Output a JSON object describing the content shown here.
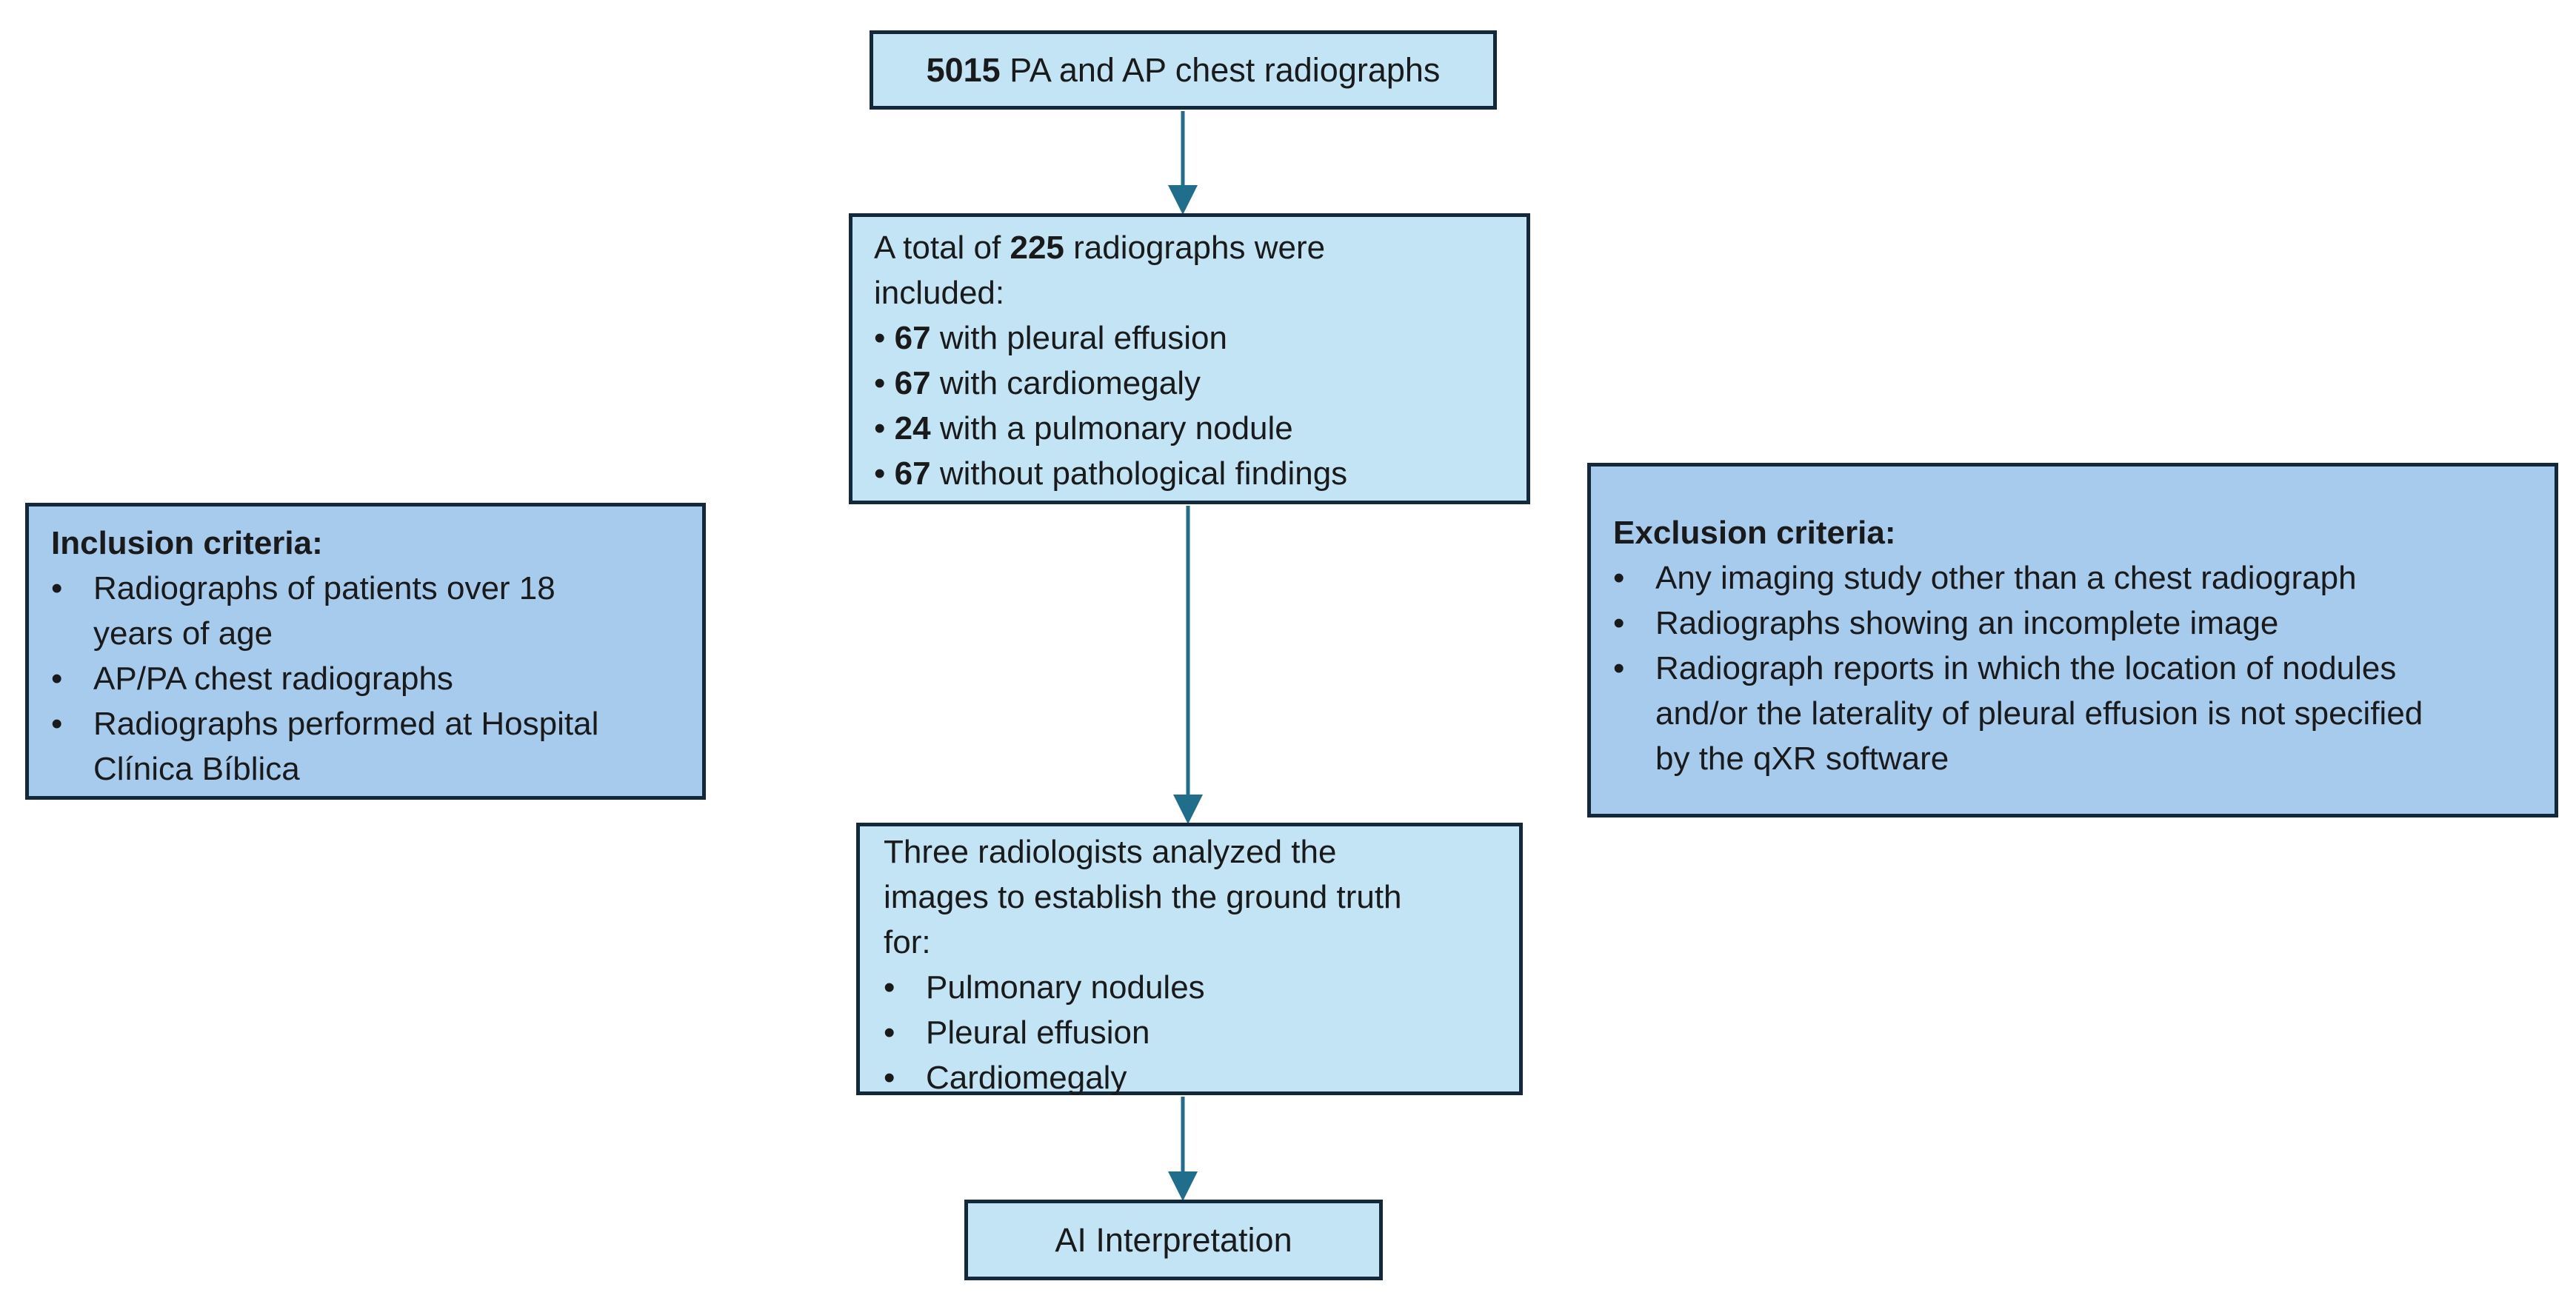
{
  "colors": {
    "box_light": "#c2e4f4",
    "box_dark": "#a7cbec",
    "border": "#14283c",
    "arrow": "#1f6e8c"
  },
  "start_box": {
    "count": "5015",
    "label": " PA and AP chest radiographs"
  },
  "included_box": {
    "line1_prefix": "A total of ",
    "line1_count": "225",
    "line1_suffix": " radiographs were",
    "line2": "included:",
    "items": [
      {
        "bullet": "• ",
        "count": "67",
        "text": " with pleural effusion"
      },
      {
        "bullet": "• ",
        "count": "67",
        "text": " with cardiomegaly"
      },
      {
        "bullet": "• ",
        "count": "24",
        "text": " with a pulmonary nodule"
      },
      {
        "bullet": "• ",
        "count": "67",
        "text": " without pathological findings"
      }
    ]
  },
  "inclusion_box": {
    "title": "Inclusion criteria:",
    "bullet": "•",
    "items": [
      {
        "lines": [
          "Radiographs of patients over 18",
          "years of age"
        ]
      },
      {
        "lines": [
          "AP/PA chest radiographs"
        ]
      },
      {
        "lines": [
          "Radiographs performed at Hospital",
          "Clínica Bíblica"
        ]
      }
    ]
  },
  "exclusion_box": {
    "title": "Exclusion criteria:",
    "bullet": "•",
    "items": [
      {
        "lines": [
          "Any imaging study other than a chest radiograph"
        ]
      },
      {
        "lines": [
          "Radiographs showing an incomplete image"
        ]
      },
      {
        "lines": [
          "Radiograph reports in which the location of nodules",
          "and/or the laterality of pleural effusion is not specified",
          "by the qXR software"
        ]
      }
    ]
  },
  "radiologists_box": {
    "lines": [
      "Three radiologists analyzed the",
      "images to establish the ground truth",
      "for:"
    ],
    "bullet": "•",
    "items": [
      "Pulmonary nodules",
      "Pleural effusion",
      "Cardiomegaly"
    ]
  },
  "ai_box": {
    "label": "AI Interpretation"
  }
}
